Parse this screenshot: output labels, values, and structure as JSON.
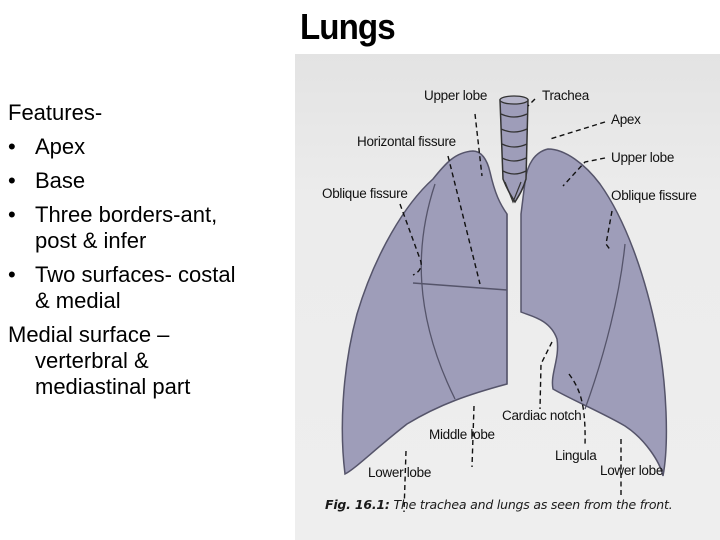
{
  "slide": {
    "title": "Lungs",
    "features_heading": "Features-",
    "bullets": [
      {
        "text": "Apex"
      },
      {
        "text": "Base"
      },
      {
        "line1": "Three borders-ant,",
        "line2": "post & infer"
      },
      {
        "line1": "Two surfaces- costal",
        "line2": "& medial"
      }
    ],
    "paragraph": {
      "line1": "Medial surface –",
      "line2": "verterbral &",
      "line3": "mediastinal part"
    },
    "bullet_glyph": "•"
  },
  "figure": {
    "labels": {
      "upper_lobe_left": "Upper lobe",
      "trachea": "Trachea",
      "apex": "Apex",
      "horizontal_fissure": "Horizontal fissure",
      "upper_lobe_right": "Upper lobe",
      "oblique_fissure_left": "Oblique fissure",
      "oblique_fissure_right": "Oblique fissure",
      "cardiac_notch": "Cardiac notch",
      "middle_lobe": "Middle lobe",
      "lingula": "Lingula",
      "lower_lobe_left": "Lower lobe",
      "lower_lobe_right": "Lower lobe"
    },
    "caption_prefix": "Fig. 16.1:",
    "caption_text": " The trachea and lungs as seen from the front.",
    "colors": {
      "lobe_fill": "#9e9db9",
      "lobe_stroke": "#55546a",
      "background": "#ebebeb"
    }
  }
}
